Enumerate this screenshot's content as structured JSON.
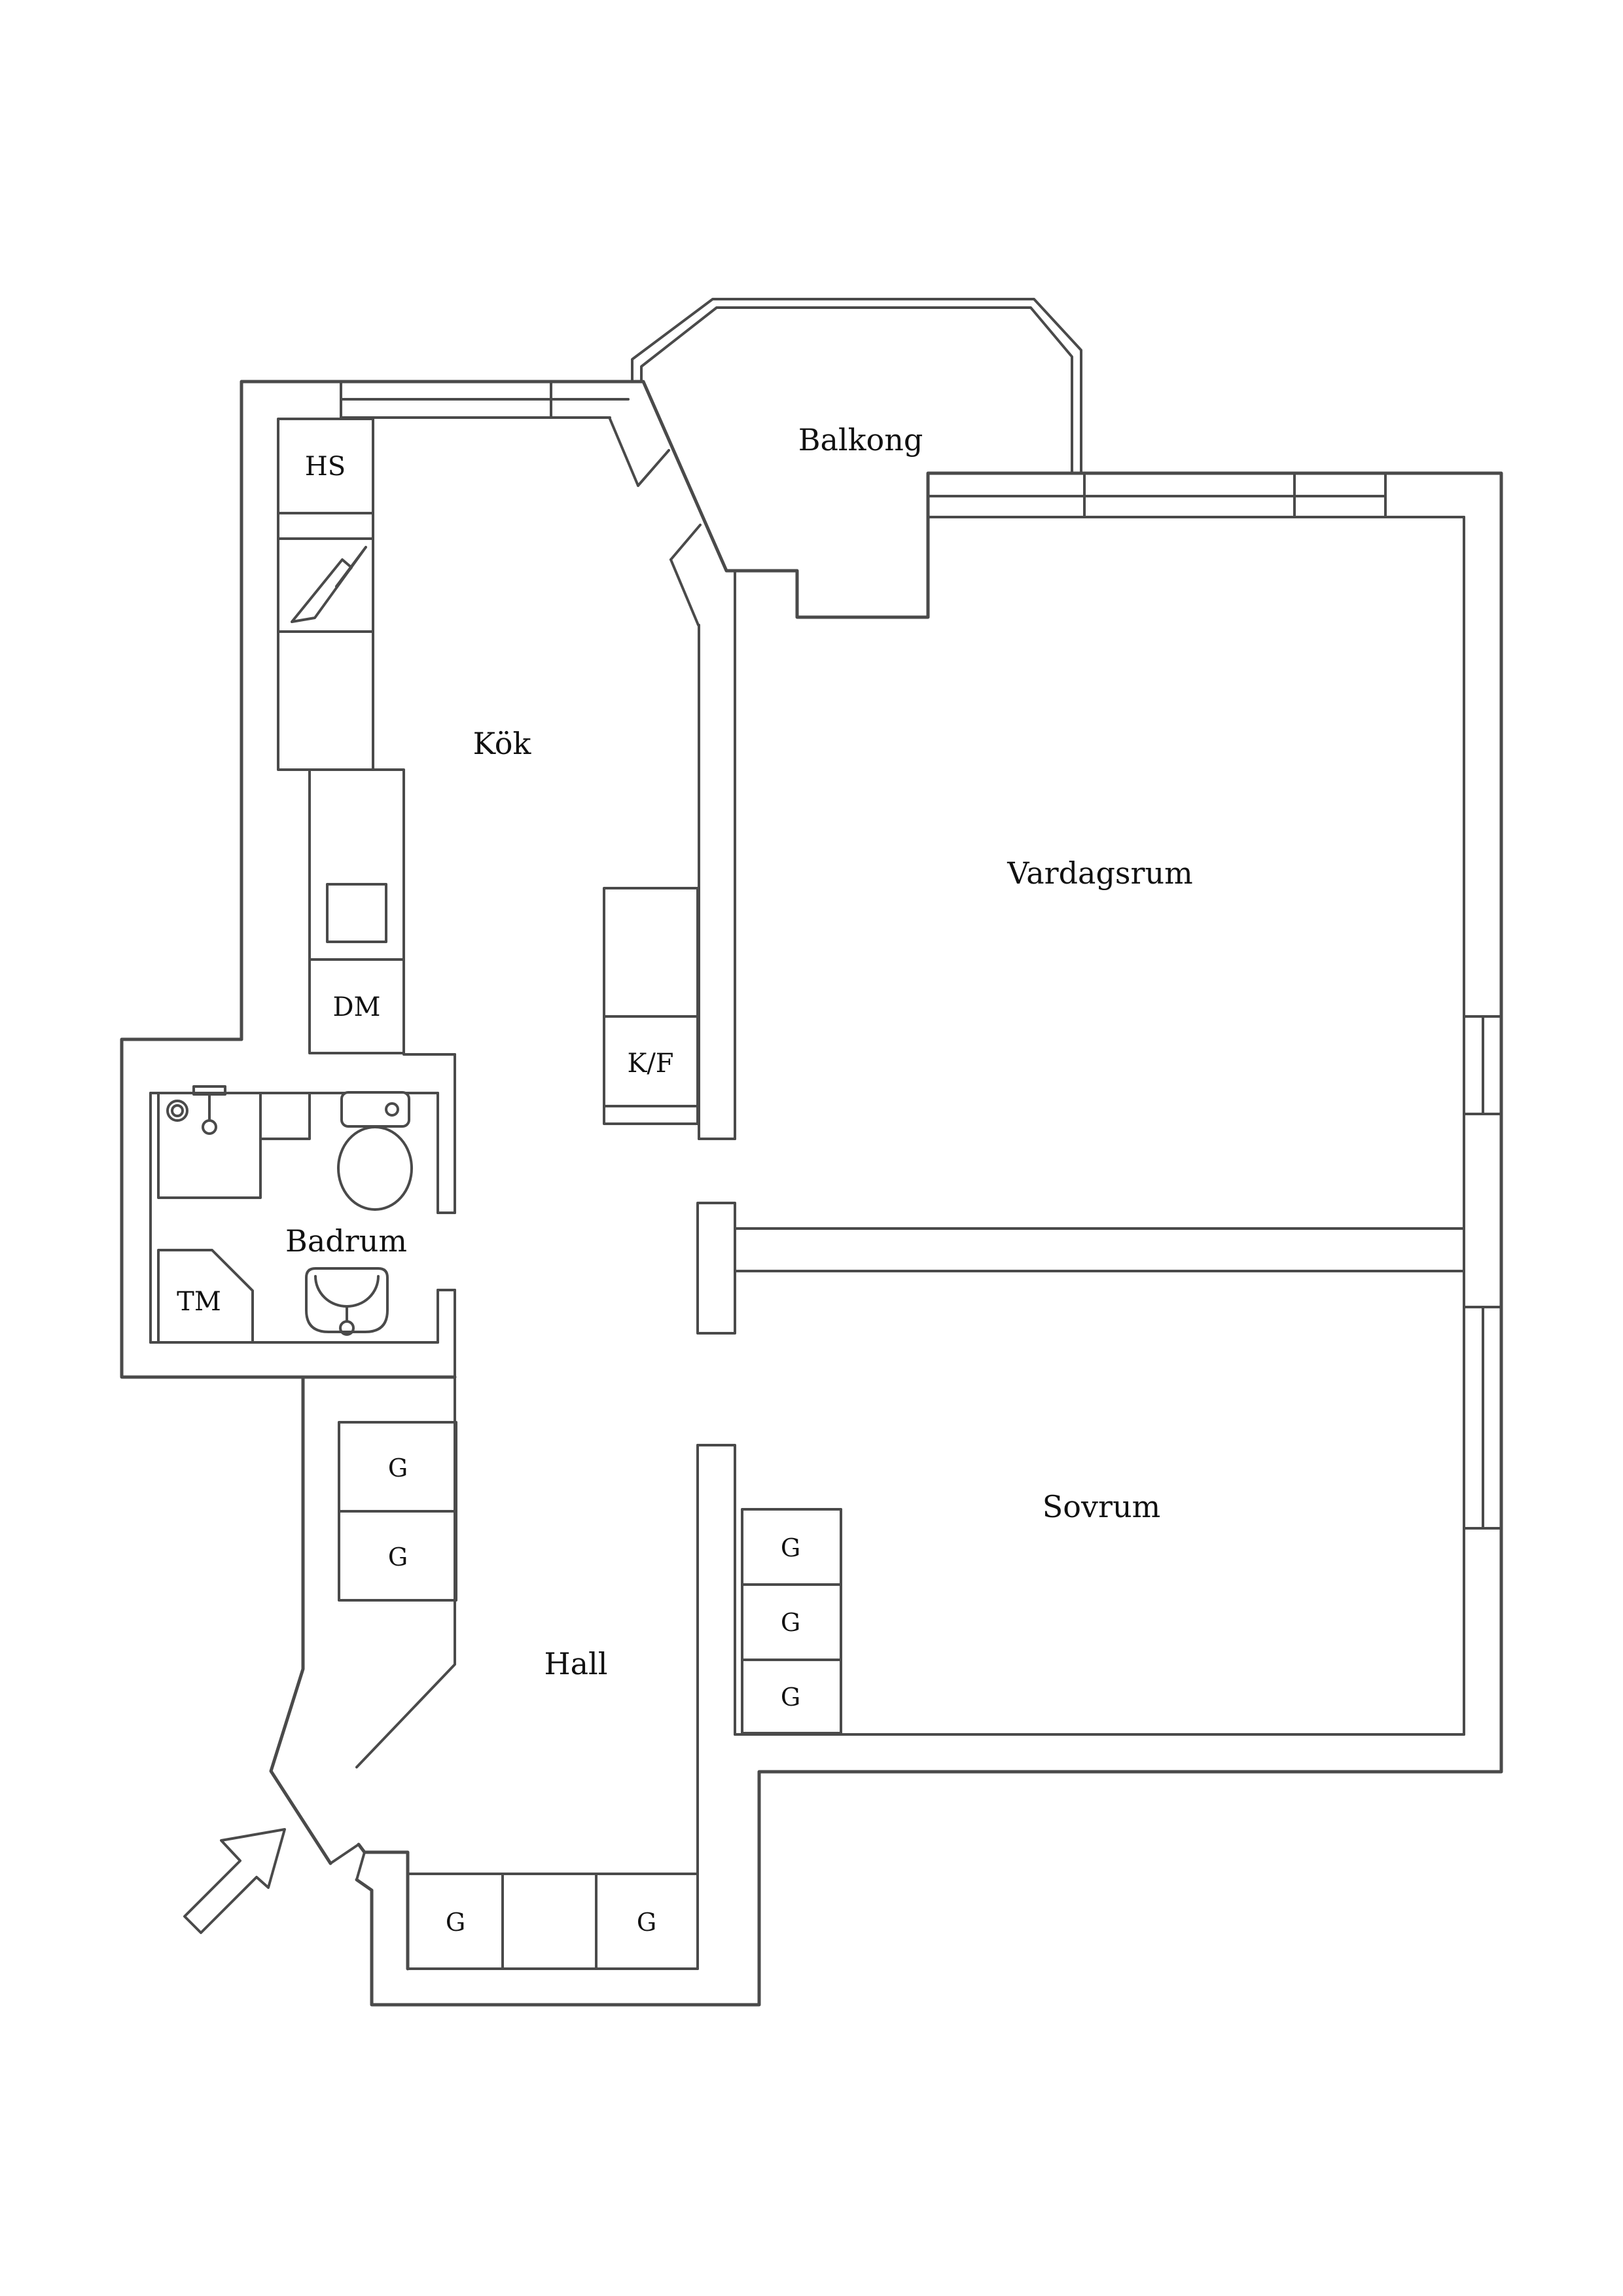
{
  "document": {
    "type": "floor-plan",
    "language": "sv"
  },
  "colors": {
    "background": "#ffffff",
    "line": "#4a4a4a",
    "text": "#111111"
  },
  "rooms": {
    "balcony": {
      "label": "Balkong"
    },
    "kitchen": {
      "label": "Kök"
    },
    "living_room": {
      "label": "Vardagsrum"
    },
    "bathroom": {
      "label": "Badrum"
    },
    "hall": {
      "label": "Hall"
    },
    "bedroom": {
      "label": "Sovrum"
    }
  },
  "fixtures": {
    "tall_cabinet": "HS",
    "dishwasher": "DM",
    "fridge_freezer": "K/F",
    "washing_machine": "TM",
    "wardrobe": "G"
  },
  "icons": {
    "entry_arrow": "entry-direction-arrow",
    "lightning": "electrical-panel-bolt",
    "toilet": "toilet",
    "sink": "bathroom-sink",
    "basin": "wash-basin",
    "faucet": "faucet"
  }
}
